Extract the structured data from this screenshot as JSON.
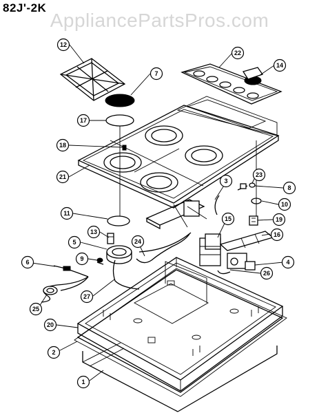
{
  "header": {
    "model": "82J'-2K",
    "watermark": "AppliancePartsPros.com"
  },
  "callouts": [
    "12",
    "22",
    "7",
    "14",
    "17",
    "18",
    "21",
    "3",
    "23",
    "8",
    "10",
    "11",
    "19",
    "15",
    "13",
    "16",
    "5",
    "24",
    "9",
    "4",
    "6",
    "26",
    "27",
    "25",
    "20",
    "2",
    "1"
  ]
}
